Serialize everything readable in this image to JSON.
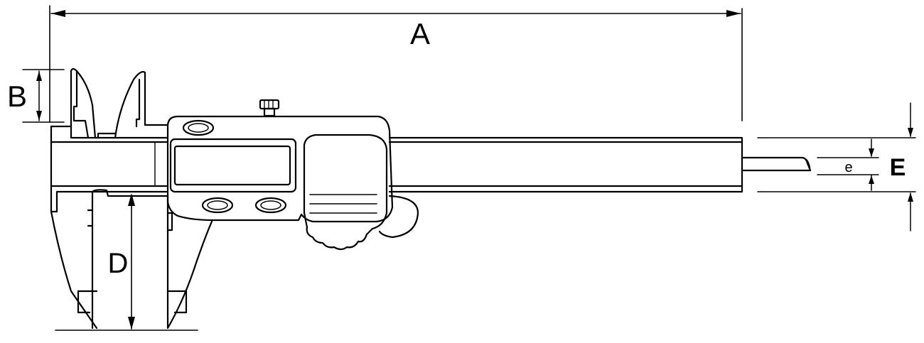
{
  "labels": {
    "A": "A",
    "B": "B",
    "D": "D",
    "E": "E",
    "e": "e"
  }
}
